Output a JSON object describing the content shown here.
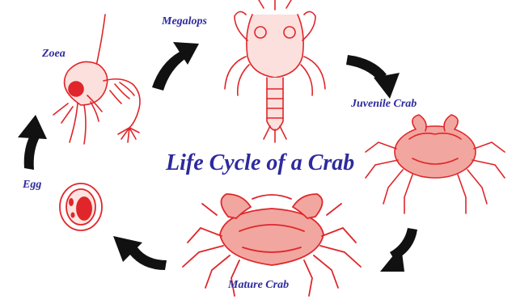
{
  "title": "Life Cycle of a Crab",
  "stages": {
    "zoea": "Zoea",
    "megalops": "Megalops",
    "juvenile": "Juvenile Crab",
    "mature": "Mature Crab",
    "egg": "Egg"
  },
  "colors": {
    "label": "#2d2a9e",
    "illustration": "#e0262a",
    "illustration_fill": "#f2a6a0",
    "arrow": "#111111"
  },
  "icons": [
    "zoea-larva-illustration",
    "megalops-illustration",
    "juvenile-crab-illustration",
    "mature-crab-illustration",
    "egg-illustration",
    "cycle-arrow-icon"
  ]
}
